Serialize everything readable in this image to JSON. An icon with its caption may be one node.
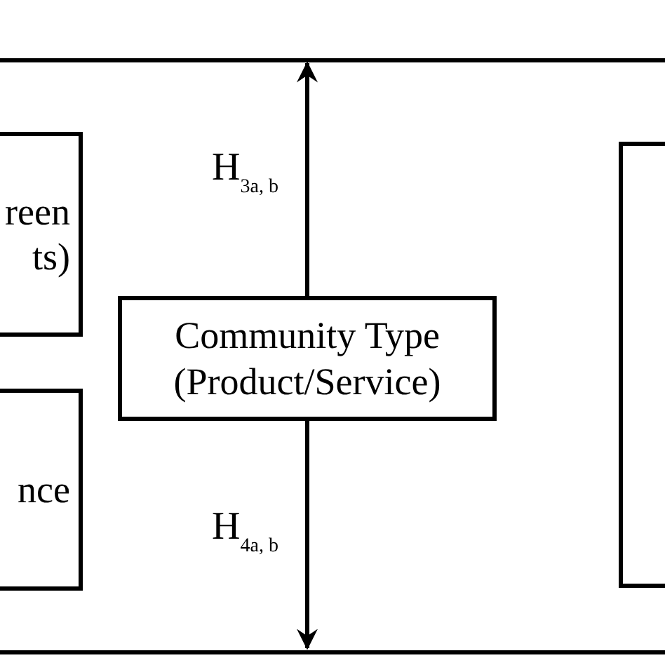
{
  "diagram": {
    "nodes": [
      {
        "text": [
          "reen ts)"
        ]
      },
      {
        "text": [
          "nce"
        ]
      },
      {
        "text": [
          "Community Type (Product/Service)"
        ]
      },
      {
        "text": [],
        "shape": "box"
      }
    ],
    "edges": [
      {
        "from": 2,
        "to": null,
        "arrow": "to",
        "label": "H$_{3a, b}$"
      },
      {
        "from": 2,
        "to": null,
        "arrow": "to",
        "label": "H$_{4a, b}$"
      }
    ]
  }
}
